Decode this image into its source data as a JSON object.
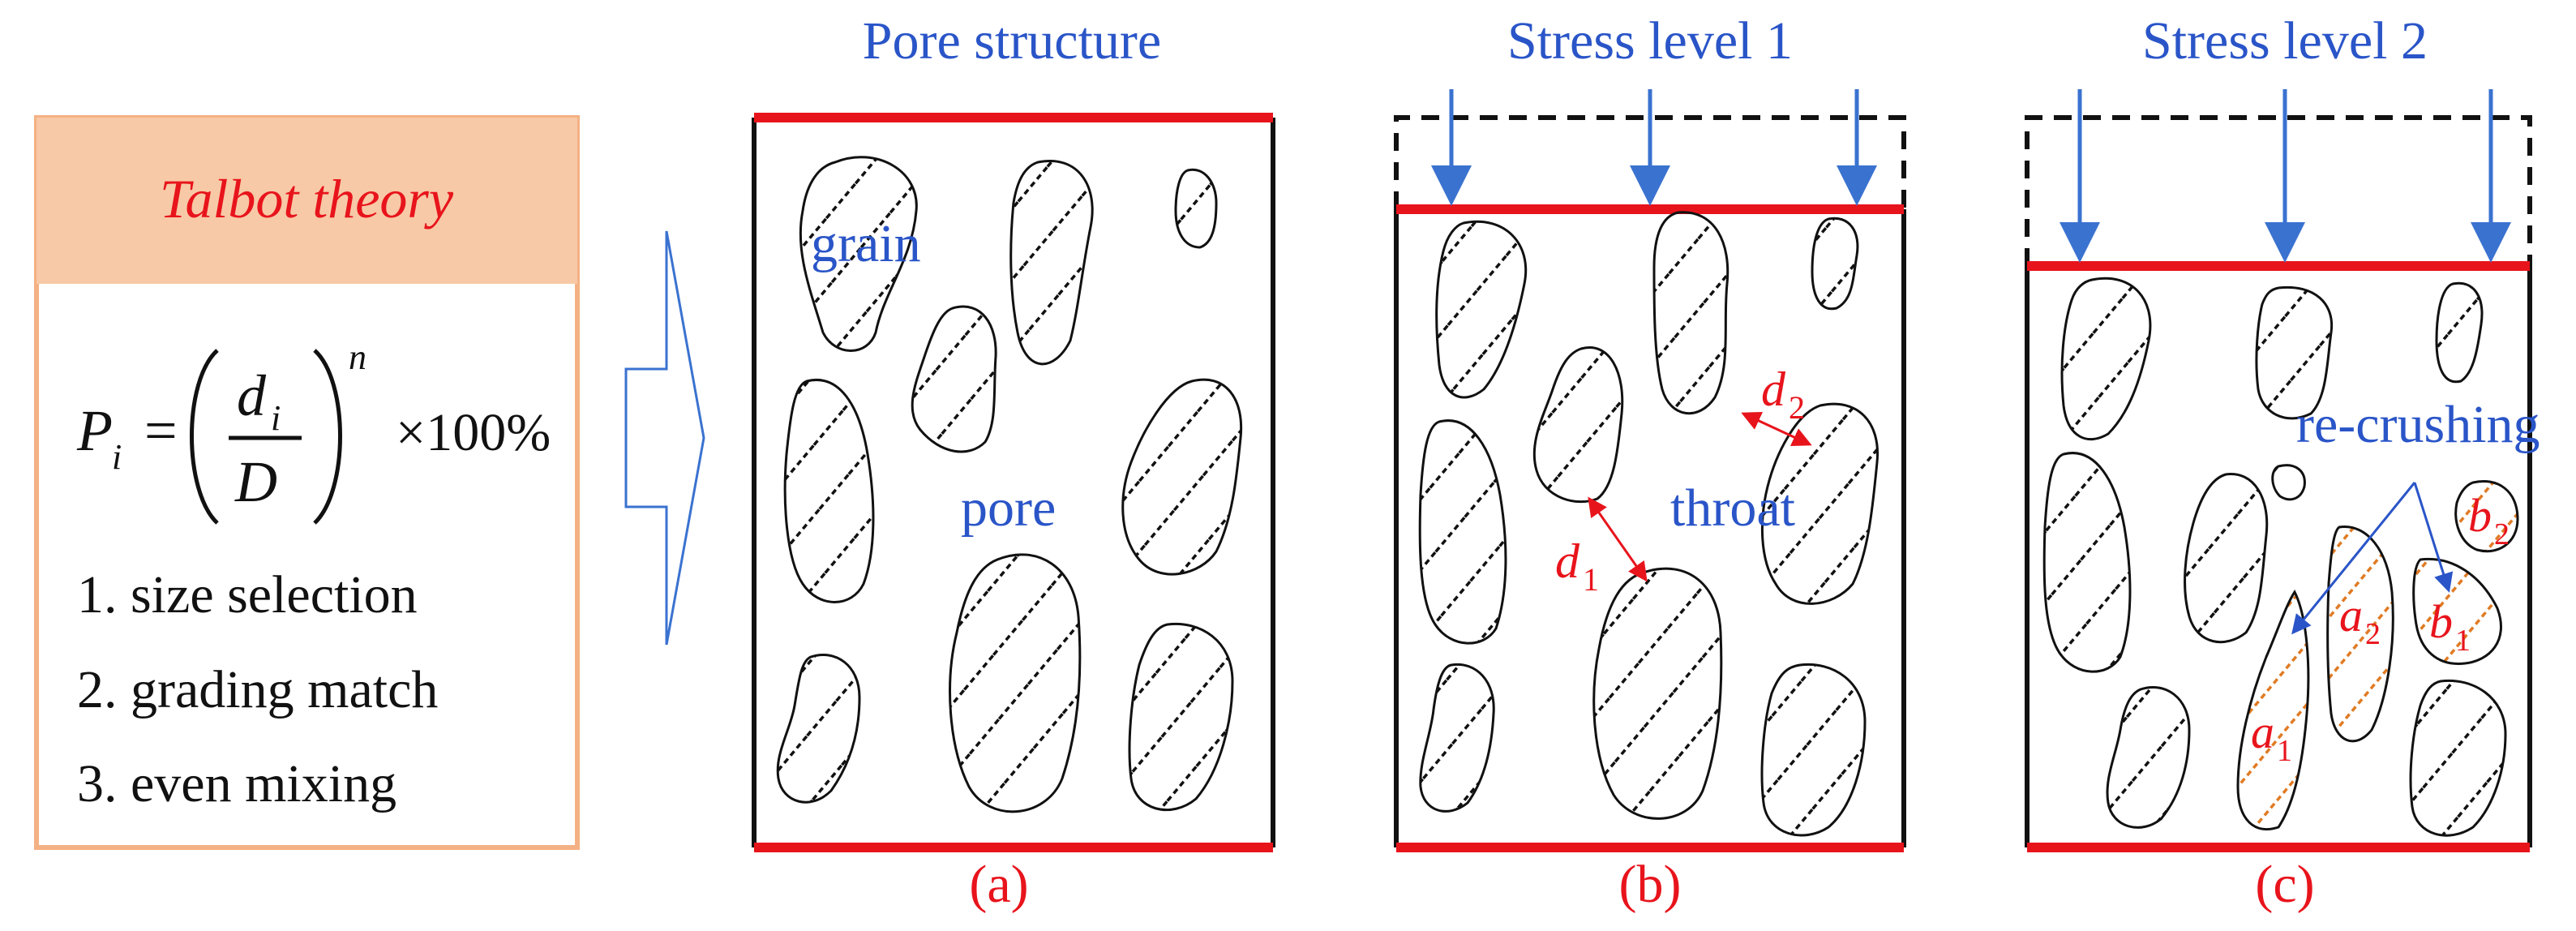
{
  "talbot": {
    "title": "Talbot theory",
    "formula": {
      "lhs": "P",
      "lhs_sub": "i",
      "eq": "=",
      "num": "d",
      "num_sub": "i",
      "den": "D",
      "exp": "n",
      "times": "×100%"
    },
    "steps": [
      "1. size selection",
      "2. grading match",
      "3. even mixing"
    ]
  },
  "panels": {
    "a": {
      "heading": "Pore structure",
      "caption": "(a)",
      "grain_label": "grain",
      "pore_label": "pore"
    },
    "b": {
      "heading": "Stress level 1",
      "caption": "(b)",
      "throat_label": "throat",
      "d1": "d",
      "d1_sub": "1",
      "d2": "d",
      "d2_sub": "2"
    },
    "c": {
      "heading": "Stress level 2",
      "caption": "(c)",
      "recrush_label": "re-crushing",
      "a1": "a",
      "a1_sub": "1",
      "a2": "a",
      "a2_sub": "2",
      "b1": "b",
      "b1_sub": "1",
      "b2": "b",
      "b2_sub": "2"
    }
  },
  "colors": {
    "frame_red": "#e8141c",
    "label_blue": "#2a55c8",
    "arrow_blue": "#3a72d0",
    "box_header": "#f8c9a6",
    "box_border": "#f4b184",
    "crushed_hatch": "#e07b24",
    "hatch": "#111111"
  }
}
